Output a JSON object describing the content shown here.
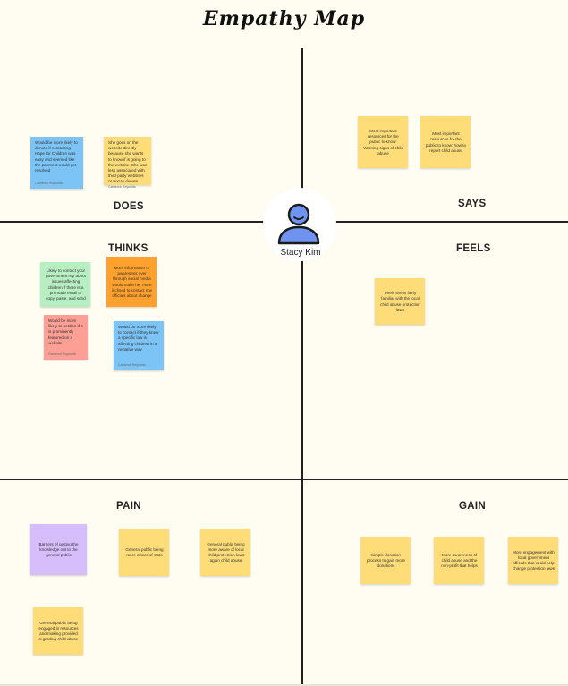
{
  "title": "Empathy Map",
  "persona": {
    "name": "Stacy Kim",
    "icon": "person-icon"
  },
  "quadrants": {
    "does": "DOES",
    "says": "SAYS",
    "thinks": "THINKS",
    "feels": "FEELS",
    "pain": "PAIN",
    "gain": "GAIN"
  },
  "colors": {
    "blue": "#7cc4f5",
    "yellow": "#fedd79",
    "green": "#b7efc3",
    "orange": "#ffa12c",
    "red": "#fd9f94",
    "purple": "#d6bdfb",
    "avatar": "#6e94ef"
  },
  "notes": {
    "does_1": {
      "text": "Would be more likely to donate if contacting Hope for Children was easy and seemed like the payment would get resolved",
      "author": "Cameron Reynolds"
    },
    "does_2": {
      "text": "She goes on the website directly because she wants to know if is going to the website. She was less associated with third party websites or text to donate",
      "author": "Cameron Reynolds"
    },
    "says_1": {
      "text": "Most important resources for the public to know: Warning signs of child abuse"
    },
    "says_2": {
      "text": "Most important resources for the public to know: how to report child abuse"
    },
    "thinks_1": {
      "text": "Likely to contact your government rep about issues affecting children if there is a premade email to copy, paste, and send"
    },
    "thinks_2": {
      "text": "More information or awareness over through social media would make her more inclined to contact gov officials about change"
    },
    "thinks_3": {
      "text": "Would be more likely to petition if it is prominently featured on a website",
      "author": "Cameron Reynolds"
    },
    "thinks_4": {
      "text": "Would be more likely to contact if they knew a specific law is affecting children in a negative way",
      "author": "Cameron Reynolds"
    },
    "feels_1": {
      "text": "Feels she is fairly familiar with the local child abuse protection laws"
    },
    "pain_1": {
      "text": "Barriers of getting the knowledge out to the general public"
    },
    "pain_2": {
      "text": "General public being more aware of stats"
    },
    "pain_3": {
      "text": "General public being more aware of local child protection laws again child abuse"
    },
    "pain_4": {
      "text": "General public being engaged in resources and making provided regarding child abuse"
    },
    "gain_1": {
      "text": "Simple donation process to gain more donations"
    },
    "gain_2": {
      "text": "More awareness of child abuse and the non-profit that helps"
    },
    "gain_3": {
      "text": "More engagement with local government officials that could help change protection laws"
    }
  }
}
